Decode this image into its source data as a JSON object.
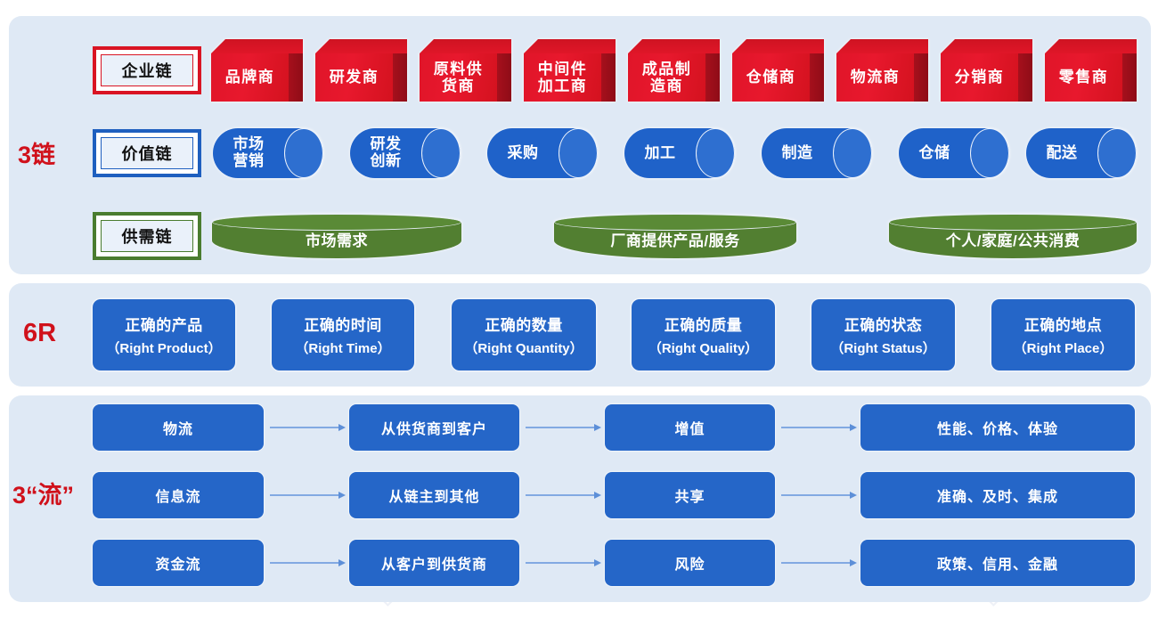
{
  "sections": [
    {
      "caption": "3链"
    },
    {
      "caption": "6R"
    },
    {
      "caption": "3“流”"
    }
  ],
  "chains": {
    "enterprise": {
      "plate": "企业链",
      "nodes": [
        "品牌商",
        "研发商",
        "原料供\n货商",
        "中间件\n加工商",
        "成品制\n造商",
        "仓储商",
        "物流商",
        "分销商",
        "零售商"
      ]
    },
    "value": {
      "plate": "价值链",
      "nodes": [
        "市场\n营销",
        "研发\n创新",
        "采购",
        "加工",
        "制造",
        "仓储",
        "配送"
      ]
    },
    "supply_demand": {
      "plate": "供需链",
      "nodes": [
        "市场需求",
        "厂商提供产品/服务",
        "个人/家庭/公共消费"
      ]
    }
  },
  "six_r": {
    "caption": "6R",
    "cards": [
      {
        "cn": "正确的产品",
        "en": "（Right Product）"
      },
      {
        "cn": "正确的时间",
        "en": "（Right Time）"
      },
      {
        "cn": "正确的数量",
        "en": "（Right Quantity）"
      },
      {
        "cn": "正确的质量",
        "en": "（Right Quality）"
      },
      {
        "cn": "正确的状态",
        "en": "（Right Status）"
      },
      {
        "cn": "正确的地点",
        "en": "（Right Place）"
      }
    ]
  },
  "three_flows": {
    "caption": "3“流”",
    "rows": [
      {
        "name": "物流",
        "direction": "从供货商到客户",
        "focus": "增值",
        "attributes": "性能、价格、体验"
      },
      {
        "name": "信息流",
        "direction": "从链主到其他",
        "focus": "共享",
        "attributes": "准确、及时、集成"
      },
      {
        "name": "资金流",
        "direction": "从客户到供货商",
        "focus": "风险",
        "attributes": "政策、信用、金融"
      }
    ]
  },
  "colors": {
    "panel_bg": "#dfe9f5",
    "red": "#e8182d",
    "red_dark": "#9a0e1a",
    "blue": "#2566c8",
    "blue_cyl": "#1f62c9",
    "green": "#527f31",
    "caption_red": "#d0111b",
    "arrow": "#82a9e2"
  }
}
